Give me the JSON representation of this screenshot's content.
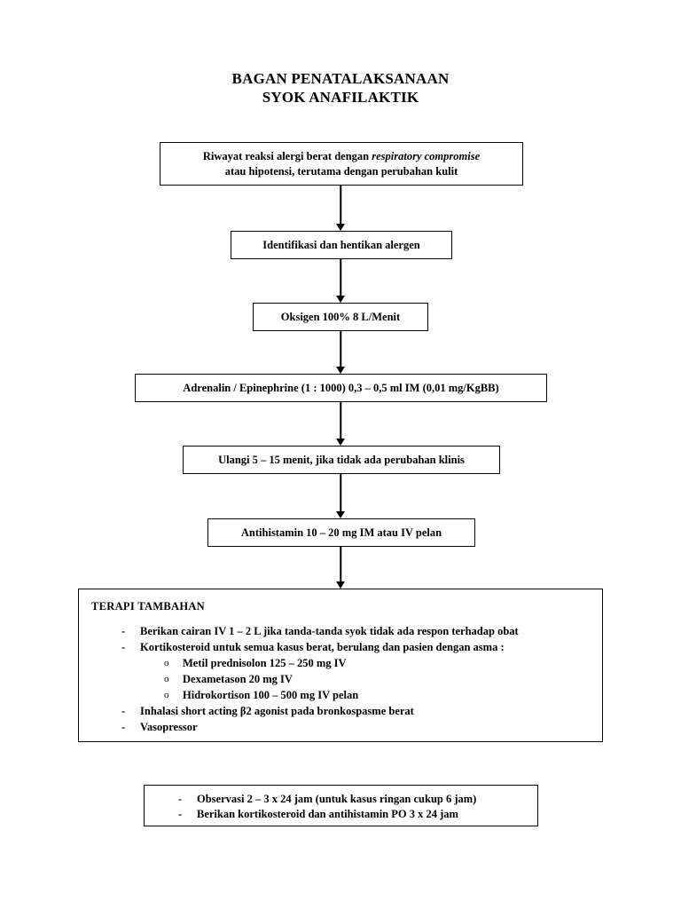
{
  "title": {
    "line1": "BAGAN PENATALAKSANAAN",
    "line2": "SYOK ANAFILAKTIK"
  },
  "chart_data": {
    "type": "flowchart",
    "title": "BAGAN PENATALAKSANAAN SYOK ANAFILAKTIK",
    "orientation": "top-to-bottom",
    "nodes": [
      {
        "id": "history",
        "line1_plain": "Riwayat reaksi alergi berat dengan respiratory compromise",
        "line1_pre": "Riwayat reaksi alergi berat dengan ",
        "line1_italic": "respiratory compromise",
        "line2": "atau hipotensi, terutama dengan perubahan kulit"
      },
      {
        "id": "identify",
        "label": "Identifikasi dan hentikan alergen"
      },
      {
        "id": "oxygen",
        "label": "Oksigen 100% 8 L/Menit"
      },
      {
        "id": "adrenalin",
        "label": "Adrenalin / Epinephrine (1 : 1000) 0,3 – 0,5 ml IM (0,01 mg/KgBB)"
      },
      {
        "id": "repeat",
        "label": "Ulangi 5 – 15 menit, jika tidak ada perubahan klinis"
      },
      {
        "id": "antihistamine",
        "label": "Antihistamin 10 – 20 mg IM atau IV pelan"
      }
    ],
    "edges": [
      {
        "from": "history",
        "to": "identify",
        "style": "arrow"
      },
      {
        "from": "identify",
        "to": "oxygen",
        "style": "arrow"
      },
      {
        "from": "oxygen",
        "to": "adrenalin",
        "style": "arrow"
      },
      {
        "from": "adrenalin",
        "to": "repeat",
        "style": "arrow"
      },
      {
        "from": "repeat",
        "to": "antihistamine",
        "style": "arrow"
      },
      {
        "from": "antihistamine",
        "to": "therapy",
        "style": "arrow"
      }
    ]
  },
  "therapy": {
    "heading": "TERAPI TAMBAHAN",
    "items": [
      {
        "level": 1,
        "marker": "-",
        "text": "Berikan cairan IV 1 – 2 L jika tanda-tanda syok tidak ada respon terhadap obat"
      },
      {
        "level": 1,
        "marker": "-",
        "text": "Kortikosteroid untuk semua kasus berat, berulang dan pasien dengan asma :"
      },
      {
        "level": 2,
        "marker": "o",
        "text": "Metil prednisolon 125 – 250 mg IV"
      },
      {
        "level": 2,
        "marker": "o",
        "text": "Dexametason 20 mg IV"
      },
      {
        "level": 2,
        "marker": "o",
        "text": "Hidrokortison 100 – 500 mg IV pelan"
      },
      {
        "level": 1,
        "marker": "-",
        "text": "Inhalasi short acting β2 agonist pada bronkospasme berat"
      },
      {
        "level": 1,
        "marker": "-",
        "text": "Vasopressor"
      }
    ]
  },
  "observation": {
    "items": [
      {
        "marker": "-",
        "text": "Observasi 2 – 3 x 24 jam (untuk kasus ringan cukup 6 jam)"
      },
      {
        "marker": "-",
        "text": "Berikan kortikosteroid dan antihistamin PO 3 x 24 jam"
      }
    ]
  }
}
